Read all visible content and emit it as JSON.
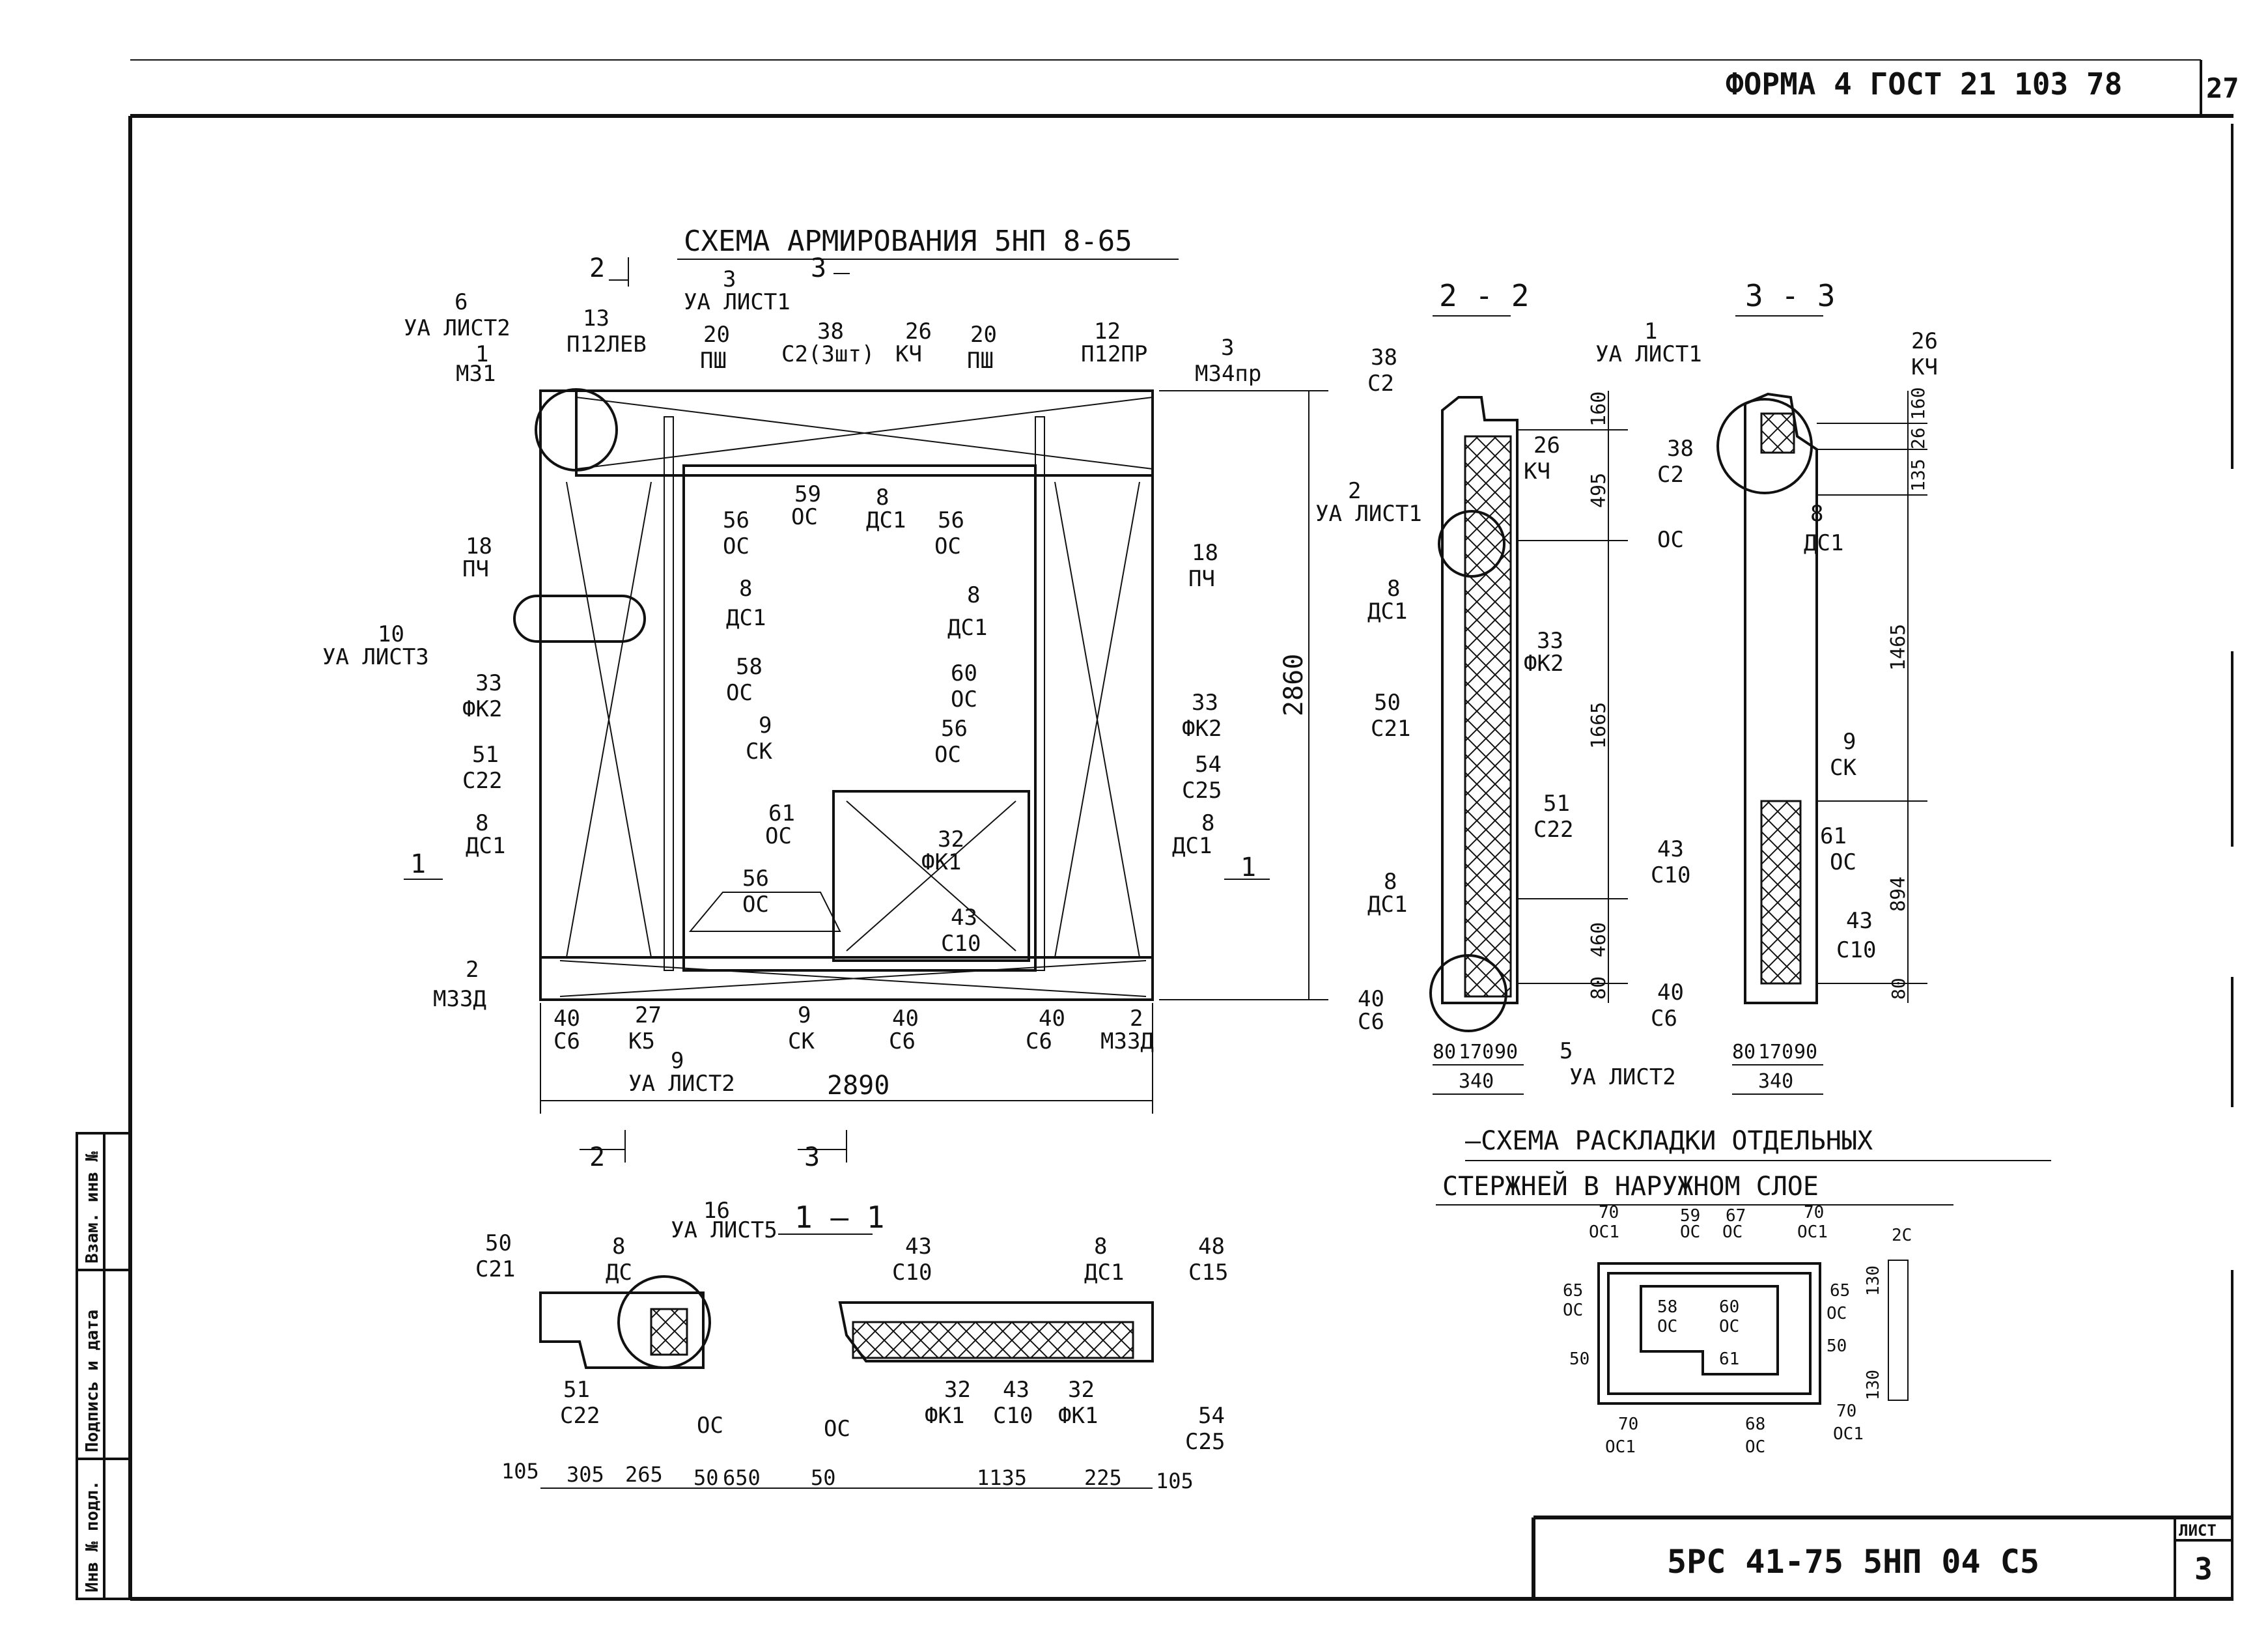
{
  "header": {
    "form_label": "ФОРМА 4 ГОСТ 21 103 78",
    "page_corner": "27"
  },
  "titleblock": {
    "document_code": "5РС 41-75 5НП 04 С5",
    "sheet_label": "ЛИСТ",
    "sheet_number": "3"
  },
  "side_stamp": {
    "cells": [
      "Инв № подл.",
      "Подпись и дата",
      "Взам. инв №"
    ]
  },
  "main_view": {
    "title": "СХЕМА АРМИРОВАНИЯ 5НП 8-65",
    "width_dim": "2890",
    "height_dim": "2860",
    "section_marks": [
      {
        "id": "s2top",
        "text": "2"
      },
      {
        "id": "s3top",
        "text": "3"
      },
      {
        "id": "s2bot",
        "text": "2"
      },
      {
        "id": "s3bot",
        "text": "3"
      },
      {
        "id": "s1left",
        "text": "1"
      },
      {
        "id": "s1right",
        "text": "1"
      }
    ],
    "callouts": [
      {
        "num": "6",
        "code": "УА ЛИСТ2"
      },
      {
        "num": "1",
        "code": "М31"
      },
      {
        "num": "13",
        "code": "П12ЛЕВ"
      },
      {
        "num": "3",
        "code": "УА ЛИСТ1"
      },
      {
        "num": "38",
        "code": "С2(3шт)"
      },
      {
        "num": "26",
        "code": "КЧ"
      },
      {
        "num": "20",
        "code": "ПШ"
      },
      {
        "num": "20",
        "code": "ПШ"
      },
      {
        "num": "12",
        "code": "П12ПР"
      },
      {
        "num": "3",
        "code": "М34пр"
      },
      {
        "num": "56",
        "code": "ОС"
      },
      {
        "num": "59",
        "code": "ОС"
      },
      {
        "num": "8",
        "code": "ДС1"
      },
      {
        "num": "56",
        "code": "ОС"
      },
      {
        "num": "18",
        "code": "ПЧ"
      },
      {
        "num": "18",
        "code": "ПЧ"
      },
      {
        "num": "8",
        "code": "ДС1"
      },
      {
        "num": "8",
        "code": "ДС1"
      },
      {
        "num": "10",
        "code": "УА ЛИСТ3"
      },
      {
        "num": "58",
        "code": "ОС"
      },
      {
        "num": "60",
        "code": "ОС"
      },
      {
        "num": "33",
        "code": "ФК2"
      },
      {
        "num": "33",
        "code": "ФК2"
      },
      {
        "num": "51",
        "code": "С22"
      },
      {
        "num": "9",
        "code": "СК"
      },
      {
        "num": "56",
        "code": "ОС"
      },
      {
        "num": "54",
        "code": "С25"
      },
      {
        "num": "8",
        "code": "ДС1"
      },
      {
        "num": "61",
        "code": "ОС"
      },
      {
        "num": "32",
        "code": "ФК1"
      },
      {
        "num": "8",
        "code": "ДС1"
      },
      {
        "num": "56",
        "code": "ОС"
      },
      {
        "num": "43",
        "code": "С10"
      },
      {
        "num": "2",
        "code": "М33Д"
      },
      {
        "num": "40",
        "code": "С6"
      },
      {
        "num": "27",
        "code": "К5"
      },
      {
        "num": "9",
        "code": "СК"
      },
      {
        "num": "40",
        "code": "С6"
      },
      {
        "num": "40",
        "code": "С6"
      },
      {
        "num": "2",
        "code": "М33Д"
      },
      {
        "num": "9",
        "code": "УА ЛИСТ2"
      }
    ]
  },
  "section_2_2": {
    "title": "2 - 2",
    "dims_vertical": [
      "160",
      "495",
      "1665",
      "460",
      "80"
    ],
    "dims_bottom": [
      "80",
      "170",
      "90",
      "340"
    ],
    "callouts": [
      {
        "num": "38",
        "code": "С2"
      },
      {
        "num": "26",
        "code": "КЧ"
      },
      {
        "num": "2",
        "code": "УА ЛИСТ1"
      },
      {
        "num": "8",
        "code": "ДС1"
      },
      {
        "num": "33",
        "code": "ФК2"
      },
      {
        "num": "50",
        "code": "С21"
      },
      {
        "num": "51",
        "code": "С22"
      },
      {
        "num": "8",
        "code": "ДС1"
      },
      {
        "num": "40",
        "code": "С6"
      },
      {
        "num": "5",
        "code": "УА ЛИСТ2"
      }
    ]
  },
  "section_3_3": {
    "title": "3 - 3",
    "dims_vertical": [
      "160",
      "26",
      "135",
      "1465",
      "894",
      "80"
    ],
    "dims_bottom": [
      "80",
      "170",
      "90",
      "340"
    ],
    "callouts": [
      {
        "num": "1",
        "code": "УА ЛИСТ1"
      },
      {
        "num": "26",
        "code": "КЧ"
      },
      {
        "num": "38",
        "code": "С2"
      },
      {
        "num": "",
        "code": "ОС"
      },
      {
        "num": "8",
        "code": "ДС1"
      },
      {
        "num": "9",
        "code": "СК"
      },
      {
        "num": "43",
        "code": "С10"
      },
      {
        "num": "61",
        "code": "ОС"
      },
      {
        "num": "43",
        "code": "С10"
      },
      {
        "num": "40",
        "code": "С6"
      }
    ]
  },
  "section_1_1": {
    "title": "1 — 1",
    "dims_bottom": [
      "105",
      "305",
      "265",
      "50",
      "650",
      "50",
      "1135",
      "225",
      "105"
    ],
    "callouts": [
      {
        "num": "50",
        "code": "С21"
      },
      {
        "num": "8",
        "code": "ДС"
      },
      {
        "num": "16",
        "code": "УА ЛИСТ5"
      },
      {
        "num": "43",
        "code": "С10"
      },
      {
        "num": "8",
        "code": "ДС1"
      },
      {
        "num": "48",
        "code": "С15"
      },
      {
        "num": "51",
        "code": "С22"
      },
      {
        "num": "",
        "code": "ОС"
      },
      {
        "num": "",
        "code": "ОС"
      },
      {
        "num": "32",
        "code": "ФК1"
      },
      {
        "num": "43",
        "code": "С10"
      },
      {
        "num": "32",
        "code": "ФК1"
      },
      {
        "num": "54",
        "code": "С25"
      }
    ]
  },
  "layout_scheme": {
    "title_line1": "—СХЕМА РАСКЛАДКИ ОТДЕЛЬНЫХ",
    "title_line2": "СТЕРЖНЕЙ В НАРУЖНОМ СЛОЕ",
    "labels": [
      {
        "num": "70",
        "code": "ОС1"
      },
      {
        "num": "59",
        "code": "ОС"
      },
      {
        "num": "67",
        "code": "ОС"
      },
      {
        "num": "70",
        "code": "ОС1"
      },
      {
        "num": "65",
        "code": "ОС"
      },
      {
        "num": "58",
        "code": "ОС"
      },
      {
        "num": "60",
        "code": "ОС"
      },
      {
        "num": "65",
        "code": "ОС"
      },
      {
        "num": "50",
        "code": ""
      },
      {
        "num": "61",
        "code": ""
      },
      {
        "num": "50",
        "code": ""
      },
      {
        "num": "70",
        "code": "ОС1"
      },
      {
        "num": "68",
        "code": "ОС"
      },
      {
        "num": "70",
        "code": "ОС1"
      }
    ],
    "side_dims": [
      "130",
      "130",
      "2С"
    ]
  }
}
